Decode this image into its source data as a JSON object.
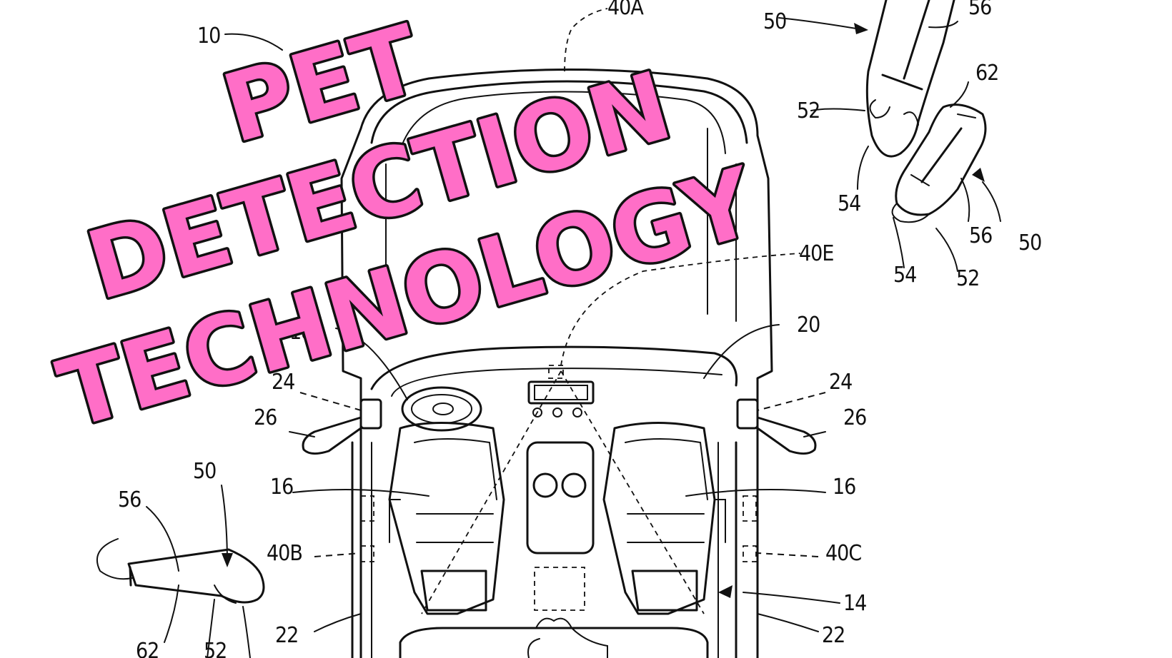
{
  "overlay": {
    "lines": [
      "PET",
      "DETECTION",
      "TECHNOLOGY"
    ],
    "fill_color": "#ff6ec7",
    "outline_color": "#111111"
  },
  "figure": {
    "reference_numerals": {
      "vehicle": "10",
      "sensor_front": "40A",
      "sensor_rear_cabin": "40E",
      "sensor_left": "40B",
      "sensor_right": "40C",
      "display": "20",
      "mirror_left": "24",
      "mirror_right": "24",
      "mirror_arm_left": "26",
      "mirror_arm_right": "26",
      "seat_left": "16",
      "seat_right": "16",
      "door_left": "22",
      "door_right": "22",
      "cabin": "14",
      "steering": "18",
      "pet_top_arrow": "50",
      "pet_top_body": "56",
      "pet_top_head": "52",
      "pet_top_paw": "54",
      "pet_mid_tag": "62",
      "pet_mid_arrow": "50",
      "pet_mid_body": "56",
      "pet_mid_paw": "54",
      "pet_mid_head": "52",
      "pet_left_arrow": "50",
      "pet_left_body": "56",
      "pet_left_tag": "62",
      "pet_left_head": "52"
    }
  }
}
